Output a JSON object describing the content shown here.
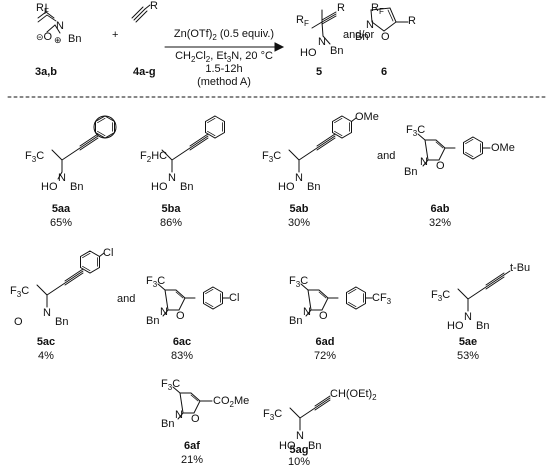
{
  "reaction": {
    "reactant1_label": "3a,b",
    "reactant2_label": "4a-g",
    "plus": "+",
    "r_group": "R",
    "rf_group": "R",
    "rf_sub": "F",
    "nitrone_n": "N",
    "nitrone_o": "O",
    "nitrone_bn": "Bn",
    "conditions": [
      "Zn(OTf)2 (0.5 equiv.)",
      "CH2Cl2, Et3N, 20 °C",
      "1.5-12h",
      "(method A)"
    ],
    "product1_label": "5",
    "product2_label": "6",
    "and_or": "and/or",
    "hydroxylamine": {
      "n": "N",
      "ho": "HO",
      "bn": "Bn"
    },
    "isoxazoline": {
      "n": "N",
      "o": "O",
      "bn": "Bn"
    }
  },
  "compounds": [
    {
      "id": "5aa",
      "yield": "65%",
      "rf": "F3C"
    },
    {
      "id": "5ba",
      "yield": "86%",
      "rf": "F2HC"
    },
    {
      "id": "5ab",
      "yield": "30%",
      "rf": "F3C",
      "sub": "OMe"
    },
    {
      "id": "6ab",
      "yield": "32%",
      "rf": "F3C",
      "sub": "OMe"
    },
    {
      "id": "5ac",
      "yield": "4%",
      "rf": "F3C",
      "sub": "Cl"
    },
    {
      "id": "6ac",
      "yield": "83%",
      "rf": "F3C",
      "sub": "Cl"
    },
    {
      "id": "6ad",
      "yield": "72%",
      "rf": "F3C",
      "sub": "CF3"
    },
    {
      "id": "5ae",
      "yield": "53%",
      "rf": "F3C",
      "sub": "t-Bu"
    },
    {
      "id": "6af",
      "yield": "21%",
      "rf": "F3C",
      "sub": "CO2Me"
    },
    {
      "id": "5ag",
      "yield": "10%",
      "rf": "F3C",
      "sub": "CH(OEt)2"
    }
  ],
  "and_word": "and",
  "atoms": {
    "n": "N",
    "ho": "HO",
    "bn": "Bn",
    "o": "O"
  }
}
